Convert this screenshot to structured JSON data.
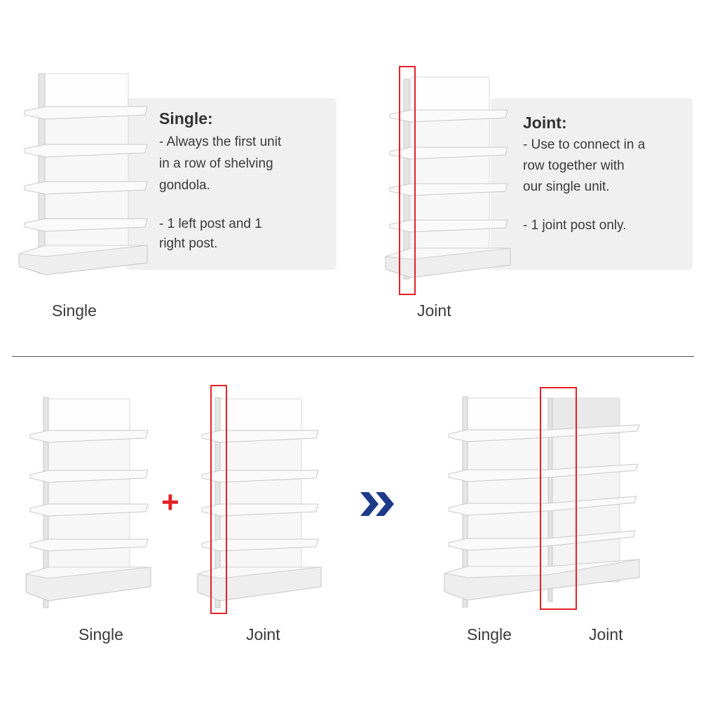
{
  "top": {
    "single_panel": {
      "title": "Single:",
      "lines": [
        "- Always the first unit",
        "in a row of shelving",
        "gondola.",
        "",
        "- 1 left post and 1",
        "right post."
      ],
      "caption": "Single"
    },
    "joint_panel": {
      "title": "Joint:",
      "lines": [
        "- Use to connect in a",
        "row together with",
        "our single unit.",
        "",
        "- 1 joint post only."
      ],
      "caption": "Joint"
    }
  },
  "bottom": {
    "captions": {
      "single_left": "Single",
      "joint_left": "Joint",
      "single_right": "Single",
      "joint_right": "Joint"
    },
    "plus_symbol": "+",
    "arrow_symbol": ">>"
  },
  "colors": {
    "highlight_red": "#e32126",
    "arrow_blue": "#1e3a8a",
    "panel_bg": "#f0f0f1"
  }
}
